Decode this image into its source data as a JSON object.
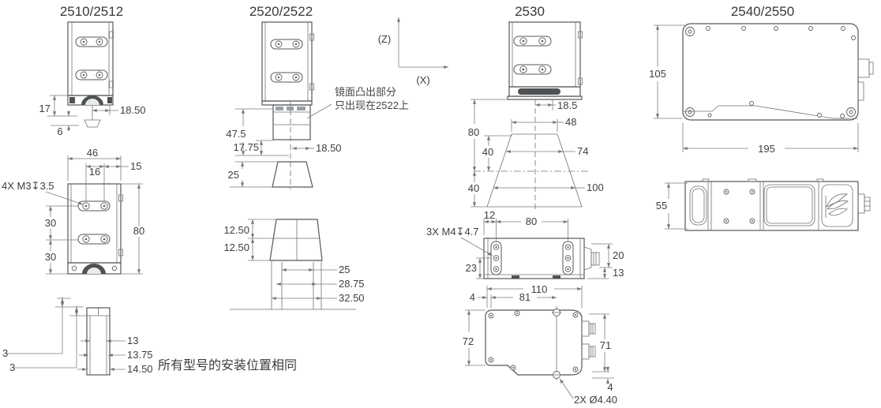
{
  "drawing": {
    "note": "所有型号的安装位置相同",
    "axis": {
      "z": "(Z)",
      "x": "(X)"
    },
    "m2510": {
      "title": "2510/2512",
      "side": {
        "d17": "17",
        "d6": "6",
        "d18_50": "18.50"
      },
      "front": {
        "d46": "46",
        "d16": "16",
        "d15": "15",
        "thread": "4X M3↧3.5",
        "d30_upper": "30",
        "d30_lower": "30",
        "d80": "80"
      },
      "detail": {
        "d3_upper": "3",
        "d3_lower": "3",
        "d13": "13",
        "d13_75": "13.75",
        "d14_50": "14.50"
      }
    },
    "m2520": {
      "title": "2520/2522",
      "note_line1": "镜面凸出部分",
      "note_line2": "只出现在2522上",
      "side": {
        "d47_5": "47.5",
        "d17_75": "17.75",
        "d25": "25",
        "d18_50": "18.50"
      },
      "front": {
        "d12_50_upper": "12.50",
        "d12_50_lower": "12.50",
        "d25": "25",
        "d28_75": "28.75",
        "d32_50": "32.50"
      }
    },
    "m2530": {
      "title": "2530",
      "fov": {
        "d18_5": "18.5",
        "d80": "80",
        "d48": "48",
        "d40_upper": "40",
        "d74": "74",
        "d40_lower": "40",
        "d100": "100"
      },
      "profile": {
        "d12": "12",
        "d80": "80",
        "thread": "3X M4↧4.7",
        "d23": "23",
        "d20": "20",
        "d13": "13"
      },
      "top": {
        "d110": "110",
        "d4_left": "4",
        "d81": "81",
        "d72": "72",
        "d71": "71",
        "d4_right": "4",
        "holes": "2X Ø4.40"
      }
    },
    "m2540": {
      "title": "2540/2550",
      "top": {
        "d105": "105",
        "d195": "195"
      },
      "side": {
        "d55": "55"
      }
    },
    "colors": {
      "line": "#6e7173",
      "outline": "#55585a",
      "text": "#3b4046",
      "background": "#ffffff"
    }
  }
}
